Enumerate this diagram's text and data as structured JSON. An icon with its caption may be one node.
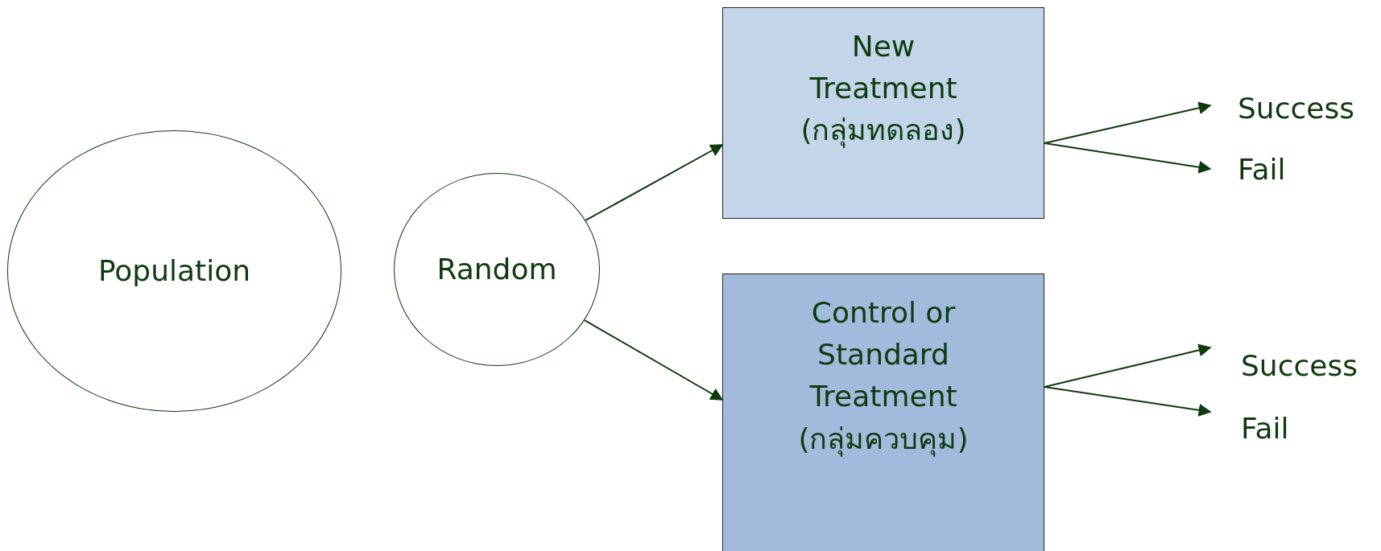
{
  "diagram": {
    "nodes": [
      {
        "text": [
          "Population"
        ]
      },
      {
        "text": [
          "Random"
        ]
      },
      {
        "text": [
          "New Treatment",
          "(กลุ่มทดลอง)"
        ]
      },
      {
        "text": [
          "Control or Standard Treatment",
          "(กลุ่มควบคุม)"
        ]
      },
      {
        "text": [
          "Success"
        ]
      },
      {
        "text": [
          "Fail"
        ]
      },
      {
        "text": [
          "Success"
        ]
      },
      {
        "text": [
          "Fail"
        ]
      }
    ],
    "edges": [
      {
        "from": 1,
        "to": 2,
        "arrow": "to"
      },
      {
        "from": 1,
        "to": 3,
        "arrow": "to"
      },
      {
        "from": 2,
        "to": 4,
        "arrow": "to"
      },
      {
        "from": 2,
        "to": 5,
        "arrow": "to"
      },
      {
        "from": 3,
        "to": 6,
        "arrow": "to"
      },
      {
        "from": 3,
        "to": 7,
        "arrow": "to"
      }
    ]
  }
}
